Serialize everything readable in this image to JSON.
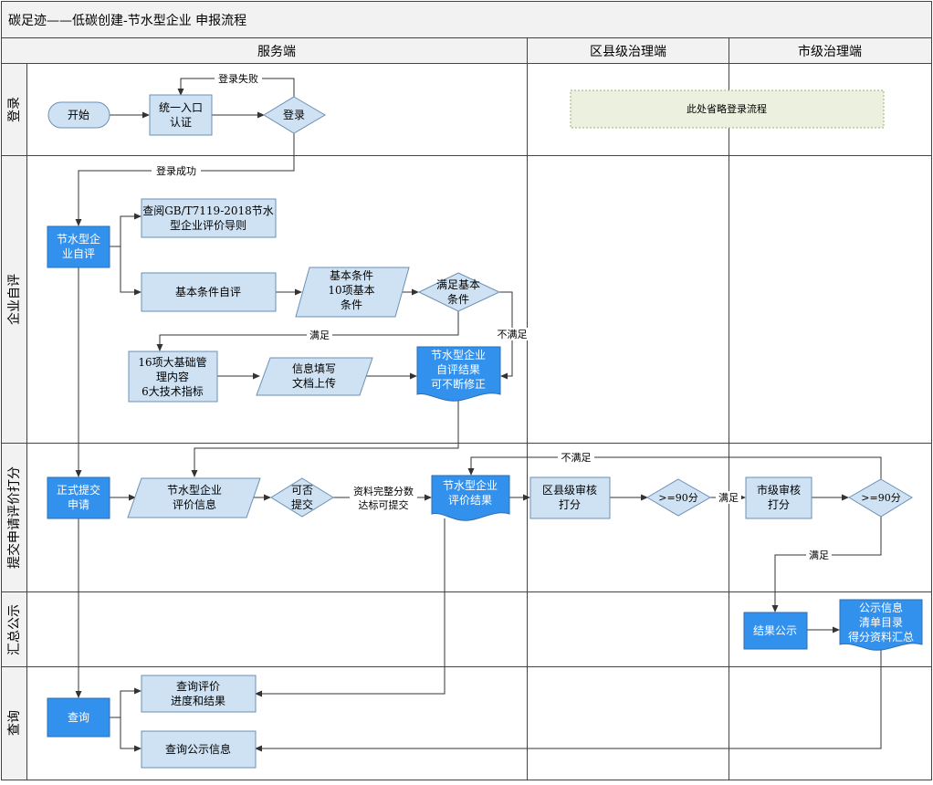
{
  "title": "碳足迹——低碳创建-节水型企业 申报流程",
  "columns": {
    "service": "服务端",
    "district": "区县级治理端",
    "city": "市级治理端"
  },
  "lanes": {
    "login": "登录",
    "self_eval": "企业自评",
    "submit": "提交申请评价打分",
    "publish": "汇总公示",
    "query": "查询"
  },
  "nodes": {
    "start": "开始",
    "unified_auth": [
      "统一入口",
      "认证"
    ],
    "login_decision": "登录",
    "login_note": "此处省略登录流程",
    "self_eval_start": [
      "节水型企",
      "业自评"
    ],
    "read_guide": [
      "查阅GB/T7119-2018节水",
      "型企业评价导则"
    ],
    "basic_self_eval": "基本条件自评",
    "basic_conditions": [
      "基本条件",
      "10项基本",
      "条件"
    ],
    "meet_basic": [
      "满足基本",
      "条件"
    ],
    "mgmt_items": [
      "16项大基础管",
      "理内容",
      "6大技术指标"
    ],
    "fill_info": [
      "信息填写",
      "文档上传"
    ],
    "self_eval_result": [
      "节水型企业",
      "自评结果",
      "可不断修正"
    ],
    "formal_submit": [
      "正式提交",
      "申请"
    ],
    "eval_info": [
      "节水型企业",
      "评价信息"
    ],
    "can_submit": [
      "可否",
      "提交"
    ],
    "eval_result": [
      "节水型企业",
      "评价结果"
    ],
    "district_review": [
      "区县级审核",
      "打分"
    ],
    "district_ge90": ">=90分",
    "city_review": [
      "市级审核",
      "打分"
    ],
    "city_ge90": ">=90分",
    "publish_result": "结果公示",
    "publish_info": [
      "公示信息",
      "清单目录",
      "得分资料汇总"
    ],
    "query": "查询",
    "query_progress": [
      "查询评价",
      "进度和结果"
    ],
    "query_publish": "查询公示信息"
  },
  "edge_labels": {
    "login_fail": "登录失败",
    "login_success": "登录成功",
    "satisfied_1": "满足",
    "not_satisfied_1": "不满足",
    "submit_cond": [
      "资料完整分数",
      "达标可提交"
    ],
    "not_satisfied_2": "不满足",
    "satisfied_2": "满足",
    "satisfied_3": "满足"
  },
  "colors": {
    "process_fill": "#cfe2f3",
    "process_stroke": "#6b8fb5",
    "active_fill": "#3391ee",
    "note_fill": "#ebf1de",
    "note_stroke": "#9bb06a",
    "line": "#333333"
  }
}
